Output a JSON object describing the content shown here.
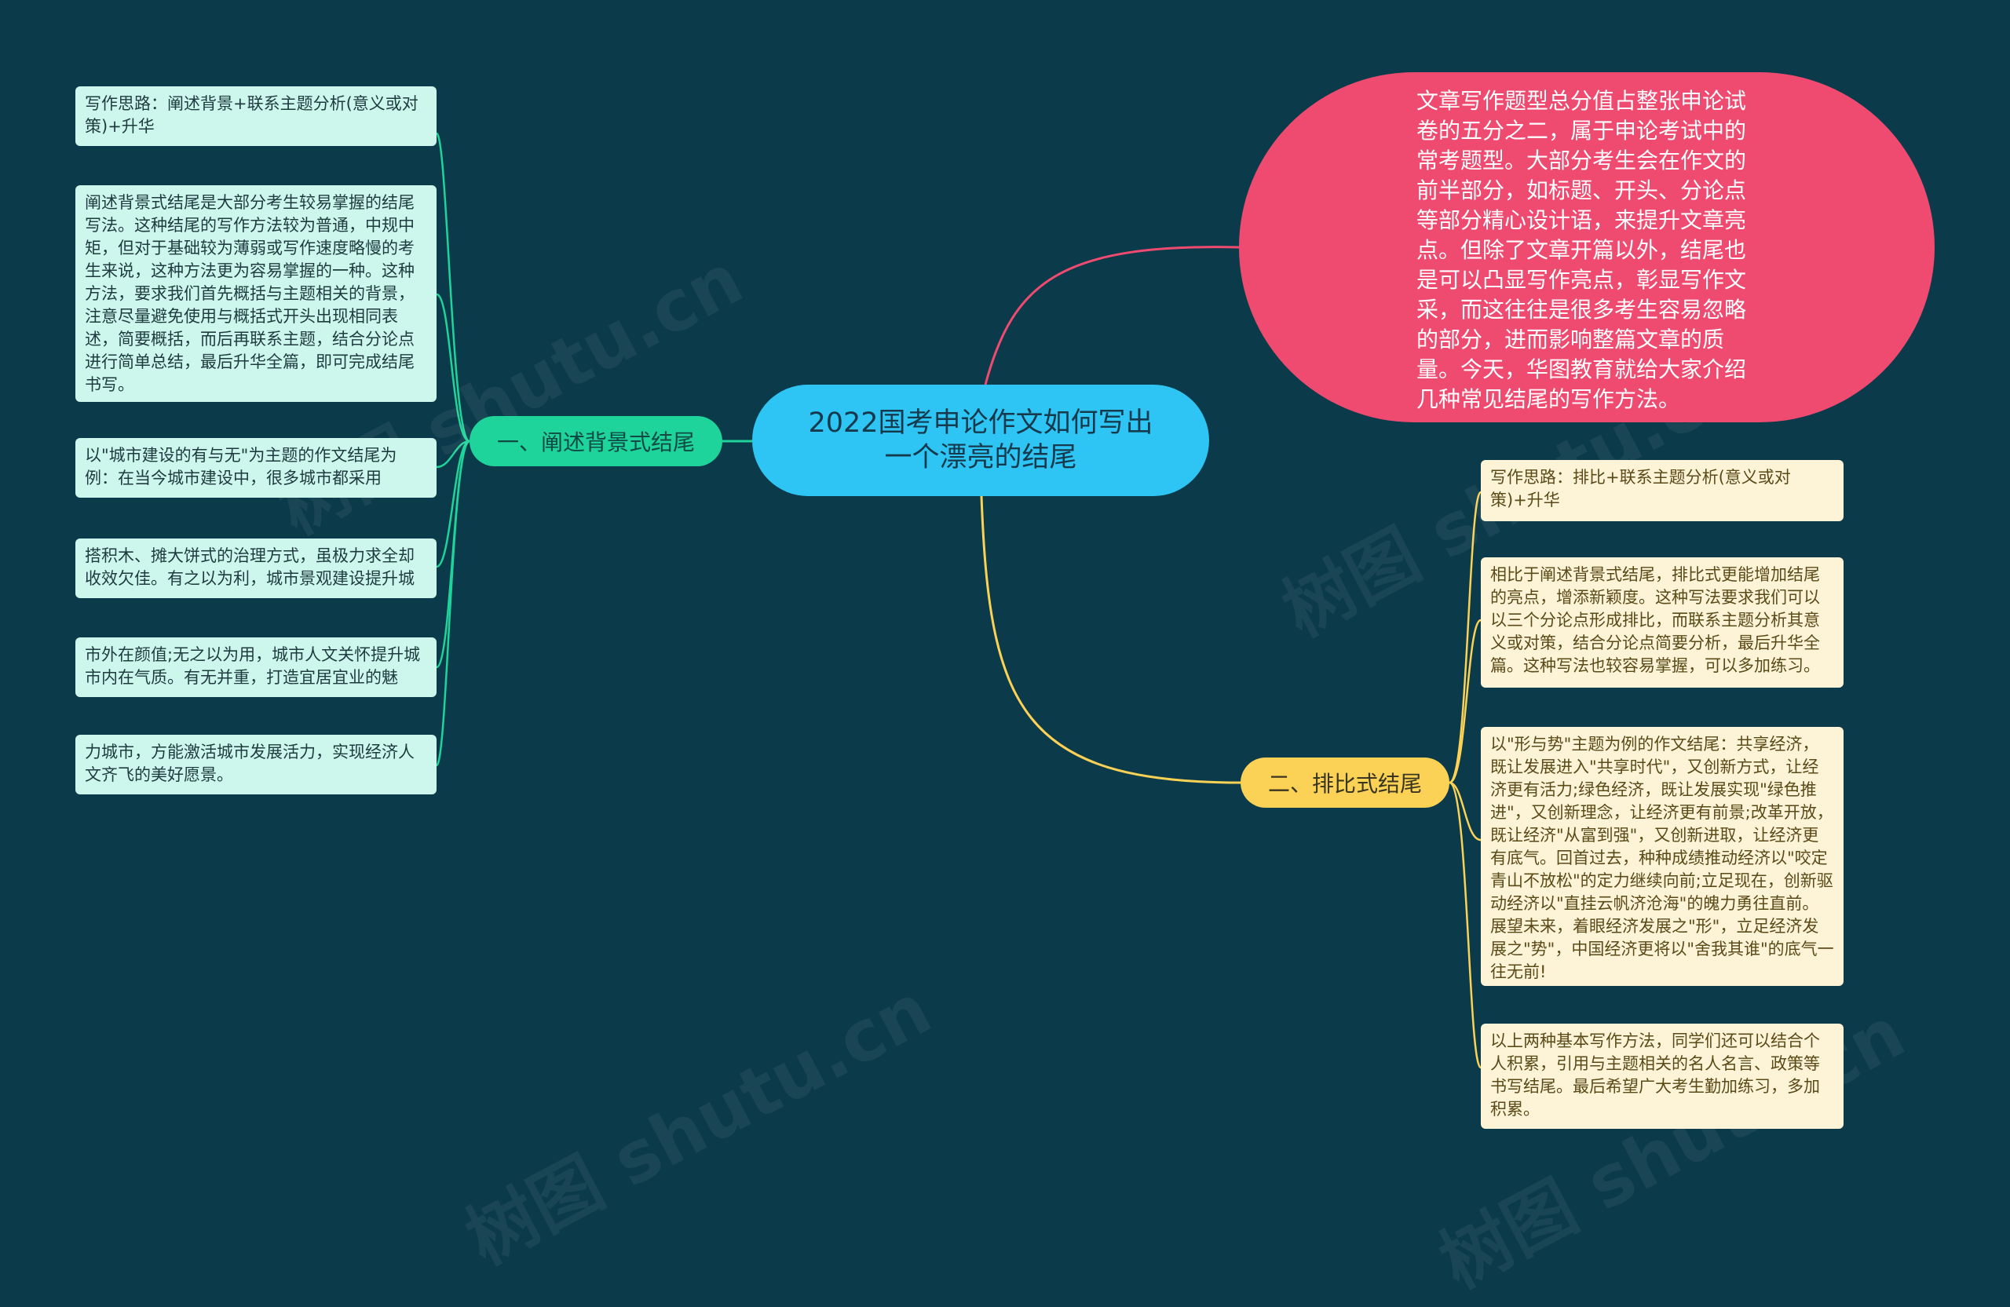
{
  "root": {
    "title": "2022国考申论作文如何写出一个漂亮的结尾"
  },
  "intro": {
    "text": "文章写作题型总分值占整张申论试卷的五分之二，属于申论考试中的常考题型。大部分考生会在作文的前半部分，如标题、开头、分论点等部分精心设计语，来提升文章亮点。但除了文章开篇以外，结尾也是可以凸显写作亮点，彰显写作文采，而这往往是很多考生容易忽略的部分，进而影响整篇文章的质量。今天，华图教育就给大家介绍几种常见结尾的写作方法。"
  },
  "branch1": {
    "label": "一、阐述背景式结尾",
    "leaves": [
      "写作思路：阐述背景+联系主题分析(意义或对策)+升华",
      "阐述背景式结尾是大部分考生较易掌握的结尾写法。这种结尾的写作方法较为普通，中规中矩，但对于基础较为薄弱或写作速度略慢的考生来说，这种方法更为容易掌握的一种。这种方法，要求我们首先概括与主题相关的背景，注意尽量避免使用与概括式开头出现相同表述，简要概括，而后再联系主题，结合分论点进行简单总结，最后升华全篇，即可完成结尾书写。",
      "以\"城市建设的有与无\"为主题的作文结尾为例：在当今城市建设中，很多城市都采用",
      "搭积木、摊大饼式的治理方式，虽极力求全却收效欠佳。有之以为利，城市景观建设提升城",
      "市外在颜值;无之以为用，城市人文关怀提升城市内在气质。有无并重，打造宜居宜业的魅",
      "力城市，方能激活城市发展活力，实现经济人文齐飞的美好愿景。"
    ]
  },
  "branch2": {
    "label": "二、排比式结尾",
    "leaves": [
      "写作思路：排比+联系主题分析(意义或对策)+升华",
      "相比于阐述背景式结尾，排比式更能增加结尾的亮点，增添新颖度。这种写法要求我们可以以三个分论点形成排比，而联系主题分析其意义或对策，结合分论点简要分析，最后升华全篇。这种写法也较容易掌握，可以多加练习。",
      "以\"形与势\"主题为例的作文结尾：共享经济，既让发展进入\"共享时代\"，又创新方式，让经济更有活力;绿色经济，既让发展实现\"绿色推进\"，又创新理念，让经济更有前景;改革开放，既让经济\"从富到强\"，又创新进取，让经济更有底气。回首过去，种种成绩推动经济以\"咬定青山不放松\"的定力继续向前;立足现在，创新驱动经济以\"直挂云帆济沧海\"的魄力勇往直前。展望未来，着眼经济发展之\"形\"，立足经济发展之\"势\"，中国经济更将以\"舍我其谁\"的底气一往无前!",
      "以上两种基本写作方法，同学们还可以结合个人积累，引用与主题相关的名人名言、政策等书写结尾。最后希望广大考生勤加练习，多加积累。"
    ]
  },
  "colors": {
    "background": "#0b3a4a",
    "root": "#2ec5f4",
    "intro": "#ef4a70",
    "branch1": "#1fd49a",
    "branch2": "#fbd255",
    "leaf_green": "#cdf7ec",
    "leaf_yellow": "#fdf4d7"
  }
}
